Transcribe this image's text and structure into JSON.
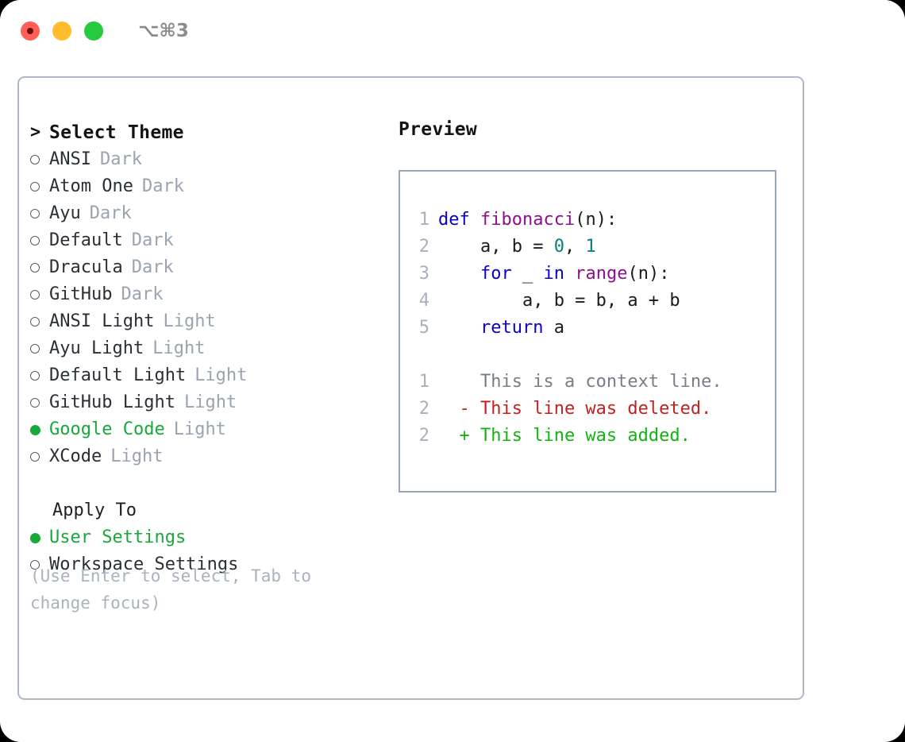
{
  "titlebar": {
    "buttons": [
      {
        "name": "close-button",
        "color": "#ff5f56"
      },
      {
        "name": "minimize-button",
        "color": "#ffbd2e"
      },
      {
        "name": "maximize-button",
        "color": "#27c93f"
      }
    ],
    "shortcut": "⌥⌘3"
  },
  "theme_picker": {
    "caret": ">",
    "header": "Select Theme",
    "items": [
      {
        "name": "ANSI",
        "tag": "Dark",
        "selected": false,
        "bullet": "○"
      },
      {
        "name": "Atom One",
        "tag": "Dark",
        "selected": false,
        "bullet": "○"
      },
      {
        "name": "Ayu",
        "tag": "Dark",
        "selected": false,
        "bullet": "○"
      },
      {
        "name": "Default",
        "tag": "Dark",
        "selected": false,
        "bullet": "○"
      },
      {
        "name": "Dracula",
        "tag": "Dark",
        "selected": false,
        "bullet": "○"
      },
      {
        "name": "GitHub",
        "tag": "Dark",
        "selected": false,
        "bullet": "○"
      },
      {
        "name": "ANSI Light",
        "tag": "Light",
        "selected": false,
        "bullet": "○"
      },
      {
        "name": "Ayu Light",
        "tag": "Light",
        "selected": false,
        "bullet": "○"
      },
      {
        "name": "Default Light",
        "tag": "Light",
        "selected": false,
        "bullet": "○"
      },
      {
        "name": "GitHub Light",
        "tag": "Light",
        "selected": false,
        "bullet": "○"
      },
      {
        "name": "Google Code",
        "tag": "Light",
        "selected": true,
        "bullet": "●"
      },
      {
        "name": "XCode",
        "tag": "Light",
        "selected": false,
        "bullet": "○"
      }
    ]
  },
  "apply_to": {
    "header": "Apply To",
    "items": [
      {
        "name": "User Settings",
        "selected": true,
        "bullet": "●"
      },
      {
        "name": "Workspace Settings",
        "selected": false,
        "bullet": "○"
      }
    ]
  },
  "hint": "(Use Enter to select, Tab to change focus)",
  "preview": {
    "title": "Preview",
    "code_lines": [
      {
        "lineno": "1",
        "tokens": [
          {
            "t": "def",
            "c": "kw"
          },
          {
            "t": " ",
            "c": "pl"
          },
          {
            "t": "fibonacci",
            "c": "fn"
          },
          {
            "t": "(n):",
            "c": "pl"
          }
        ]
      },
      {
        "lineno": "2",
        "tokens": [
          {
            "t": "    a, b = ",
            "c": "pl"
          },
          {
            "t": "0",
            "c": "num"
          },
          {
            "t": ", ",
            "c": "pl"
          },
          {
            "t": "1",
            "c": "num"
          }
        ]
      },
      {
        "lineno": "3",
        "tokens": [
          {
            "t": "    ",
            "c": "pl"
          },
          {
            "t": "for",
            "c": "kw"
          },
          {
            "t": " _ ",
            "c": "pl"
          },
          {
            "t": "in",
            "c": "kw"
          },
          {
            "t": " ",
            "c": "pl"
          },
          {
            "t": "range",
            "c": "fn"
          },
          {
            "t": "(n):",
            "c": "pl"
          }
        ]
      },
      {
        "lineno": "4",
        "tokens": [
          {
            "t": "        a, b = b, a + b",
            "c": "pl"
          }
        ]
      },
      {
        "lineno": "5",
        "tokens": [
          {
            "t": "    ",
            "c": "pl"
          },
          {
            "t": "return",
            "c": "kw"
          },
          {
            "t": " a",
            "c": "pl"
          }
        ]
      }
    ],
    "diff_lines": [
      {
        "lineno": "1",
        "marker": " ",
        "text": "This is a context line.",
        "kind": "ctx"
      },
      {
        "lineno": "2",
        "marker": "-",
        "text": "This line was deleted.",
        "kind": "del"
      },
      {
        "lineno": "2",
        "marker": "+",
        "text": "This line was added.",
        "kind": "add"
      }
    ]
  },
  "colors": {
    "accent_green": "#17a93a",
    "muted_gray": "#9aa4b0",
    "border": "#aeb8c4",
    "keyword_blue": "#0a00c8",
    "function_purple": "#8d0f8d",
    "number_teal": "#0a7d7d",
    "diff_delete_red": "#c22121",
    "diff_add_green": "#11b411"
  }
}
